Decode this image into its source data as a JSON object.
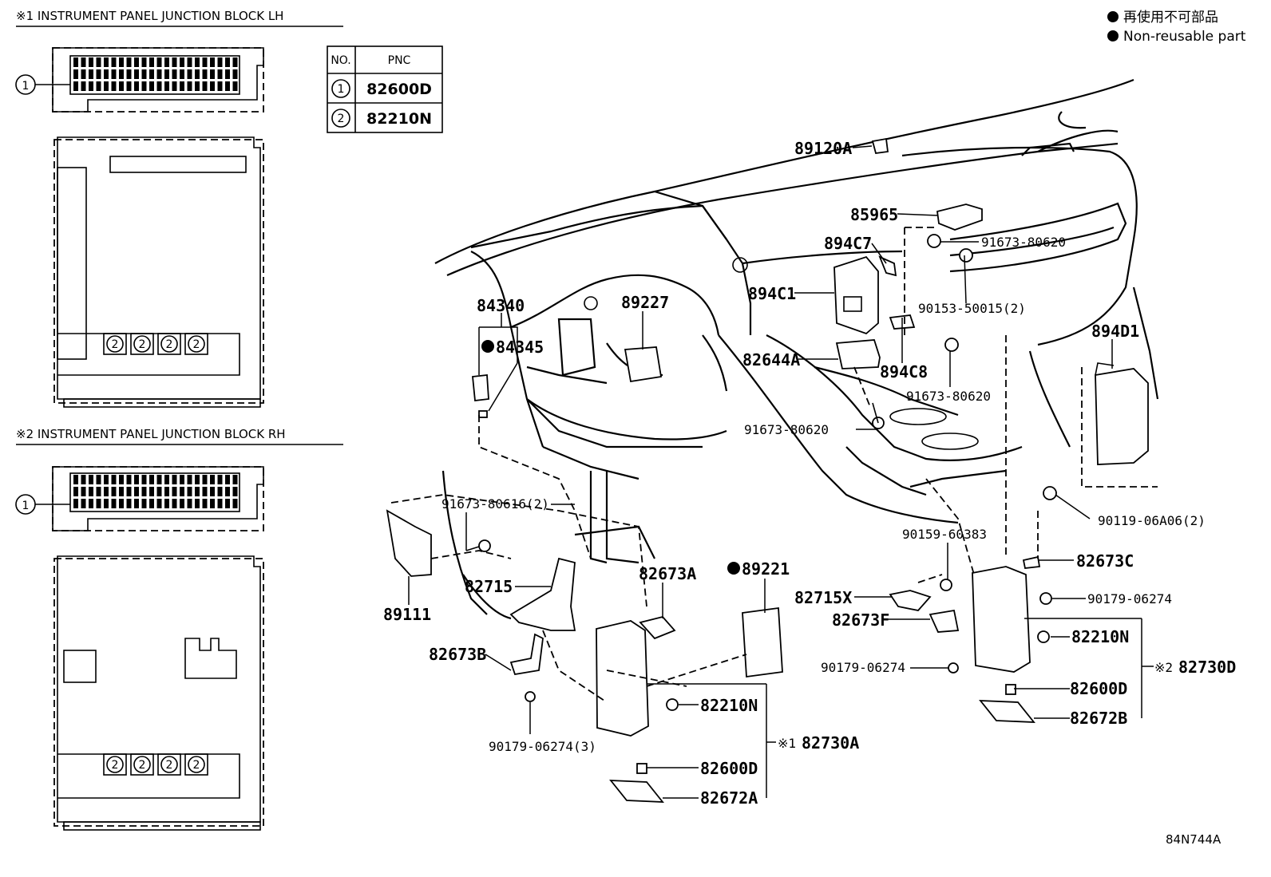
{
  "legend": {
    "jp": "再使用不可部品",
    "en": "Non-reusable part"
  },
  "inset_lh": {
    "title": "※1 INSTRUMENT PANEL JUNCTION BLOCK LH",
    "callout_1": "1",
    "callout_2": "2"
  },
  "inset_rh": {
    "title": "※2 INSTRUMENT PANEL JUNCTION BLOCK RH",
    "callout_1": "1",
    "callout_2": "2"
  },
  "table": {
    "col_no": "NO.",
    "col_pnc": "PNC",
    "rows": [
      {
        "no": "1",
        "pnc": "82600D"
      },
      {
        "no": "2",
        "pnc": "82210N"
      }
    ]
  },
  "labels": {
    "p89120A": "89120A",
    "p85965": "85965",
    "p894C7": "894C7",
    "p91673_80620_a": "91673-80620",
    "p894C1": "894C1",
    "p90153": "90153-50015(2)",
    "p894D1": "894D1",
    "p82644A": "82644A",
    "p894C8": "894C8",
    "p91673_80620_b": "91673-80620",
    "p91673_80620_c": "91673-80620",
    "p84340": "84340",
    "p84345": "84345",
    "p89227": "89227",
    "p91673_80616": "91673-80616(2)",
    "p90119": "90119-06A06(2)",
    "p90159": "90159-60383",
    "p82673C": "82673C",
    "p82715": "82715",
    "p82673A": "82673A",
    "p89221": "89221",
    "p82715X": "82715X",
    "p90179_a": "90179-06274",
    "p89111": "89111",
    "p82673F": "82673F",
    "p82210N_r": "82210N",
    "p82673B": "82673B",
    "p90179_b": "90179-06274",
    "p82730D": "82730D",
    "p82730D_mark": "※2",
    "p82600D_r": "82600D",
    "p82210N_l": "82210N",
    "p82672B": "82672B",
    "p90179_c": "90179-06274(3)",
    "p82730A": "82730A",
    "p82730A_mark": "※1",
    "p82600D_l": "82600D",
    "p82672A": "82672A"
  },
  "diagram_code": "84N744A"
}
